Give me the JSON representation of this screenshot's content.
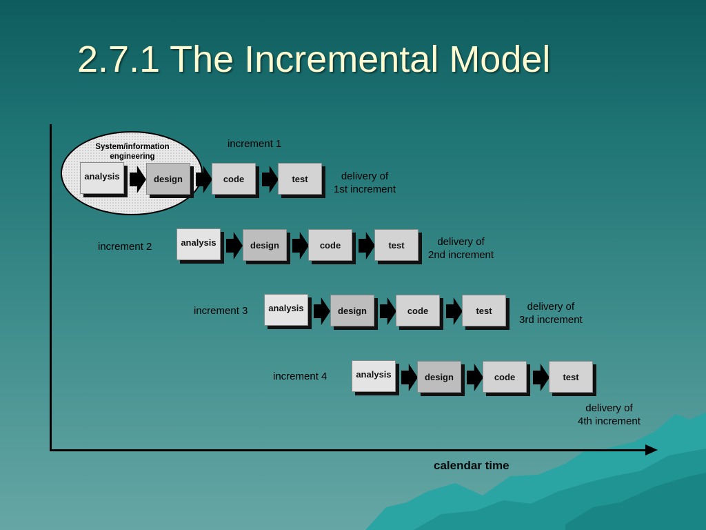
{
  "slide": {
    "title": "2.7.1 The Incremental Model",
    "oval_label": "System/information engineering",
    "x_axis_label": "calendar time"
  },
  "increments": [
    {
      "label": "increment 1",
      "stages": [
        "analysis",
        "design",
        "code",
        "test"
      ],
      "delivery_line1": "delivery of",
      "delivery_line2": "1st increment"
    },
    {
      "label": "increment 2",
      "stages": [
        "analysis",
        "design",
        "code",
        "test"
      ],
      "delivery_line1": "delivery of",
      "delivery_line2": "2nd increment"
    },
    {
      "label": "increment 3",
      "stages": [
        "analysis",
        "design",
        "code",
        "test"
      ],
      "delivery_line1": "delivery of",
      "delivery_line2": "3rd increment"
    },
    {
      "label": "increment 4",
      "stages": [
        "analysis",
        "design",
        "code",
        "test"
      ],
      "delivery_line1": "delivery of",
      "delivery_line2": "4th increment"
    }
  ],
  "colors": {
    "background_top": "#0e5c5e",
    "background_bottom": "#66a7a5",
    "title": "#fffbd0",
    "box": "#d3d3d3"
  }
}
